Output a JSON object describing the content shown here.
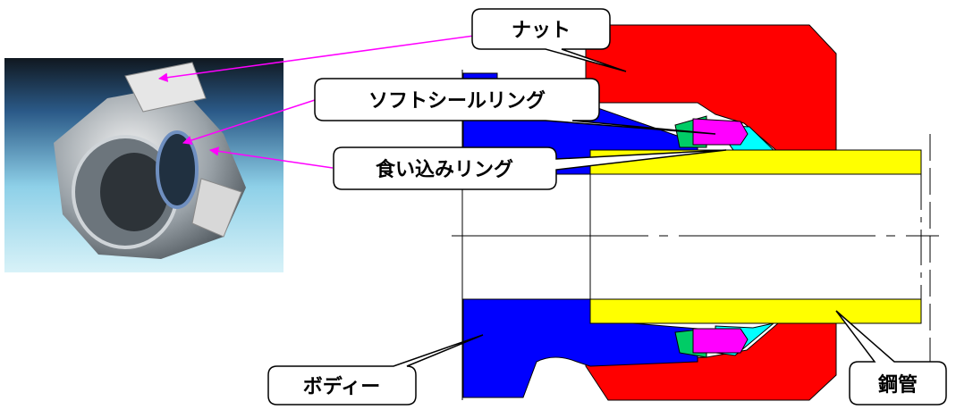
{
  "callouts": {
    "nut": "ナット",
    "soft_seal_ring": "ソフトシールリング",
    "bite_ring": "食い込みリング",
    "body": "ボディー",
    "steel_pipe": "鋼管"
  },
  "colors": {
    "nut": "#ff0000",
    "body": "#0000ff",
    "soft_seal_ring": "#ff00ff",
    "bite_ring": "#00ffff",
    "steel_pipe": "#ffff00",
    "inner_seal": "#00cc66",
    "arrow": "#ff00ff"
  },
  "photo": {
    "subject": "fitting-nut-cutaway-photo"
  }
}
